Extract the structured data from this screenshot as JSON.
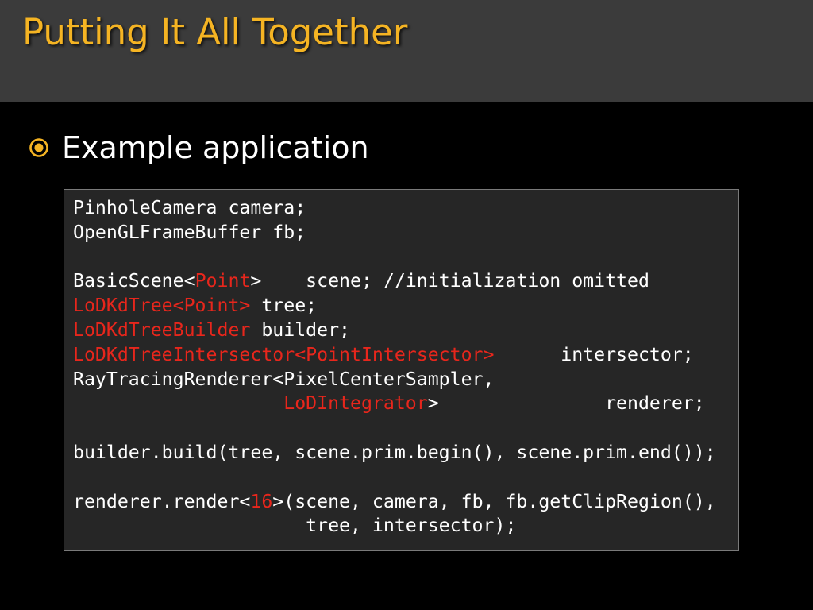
{
  "slide": {
    "title": "Putting It All Together",
    "bullet": "Example application",
    "colors": {
      "title": "#f5b423",
      "title_bar": "#3b3b3b",
      "background": "#000000",
      "bullet_icon": "#f5b423",
      "code_box": "#262626",
      "code_text": "#ffffff",
      "code_highlight": "#e8261c"
    },
    "bullet_icon": "radio-circle-icon"
  },
  "code": {
    "lines": [
      [
        {
          "t": "PinholeCamera camera;",
          "c": "w"
        }
      ],
      [
        {
          "t": "OpenGLFrameBuffer fb;",
          "c": "w"
        }
      ],
      [
        {
          "t": "",
          "c": "w"
        }
      ],
      [
        {
          "t": "BasicScene<",
          "c": "w"
        },
        {
          "t": "Point",
          "c": "r"
        },
        {
          "t": ">    scene; //initialization omitted",
          "c": "w"
        }
      ],
      [
        {
          "t": "LoDKdTree<Point>",
          "c": "r"
        },
        {
          "t": " tree;",
          "c": "w"
        }
      ],
      [
        {
          "t": "LoDKdTreeBuilder",
          "c": "r"
        },
        {
          "t": " builder;",
          "c": "w"
        }
      ],
      [
        {
          "t": "LoDKdTreeIntersector<PointIntersector>",
          "c": "r"
        },
        {
          "t": "      intersector;",
          "c": "w"
        }
      ],
      [
        {
          "t": "RayTracingRenderer<PixelCenterSampler,",
          "c": "w"
        }
      ],
      [
        {
          "t": "                   ",
          "c": "w"
        },
        {
          "t": "LoDIntegrator",
          "c": "r"
        },
        {
          "t": ">               renderer;",
          "c": "w"
        }
      ],
      [
        {
          "t": "",
          "c": "w"
        }
      ],
      [
        {
          "t": "builder.build(tree, scene.prim.begin(), scene.prim.end());",
          "c": "w"
        }
      ],
      [
        {
          "t": "",
          "c": "w"
        }
      ],
      [
        {
          "t": "renderer.render<",
          "c": "w"
        },
        {
          "t": "16",
          "c": "r"
        },
        {
          "t": ">(scene, camera, fb, fb.getClipRegion(),",
          "c": "w"
        }
      ],
      [
        {
          "t": "                     tree, intersector);",
          "c": "w"
        }
      ]
    ]
  }
}
